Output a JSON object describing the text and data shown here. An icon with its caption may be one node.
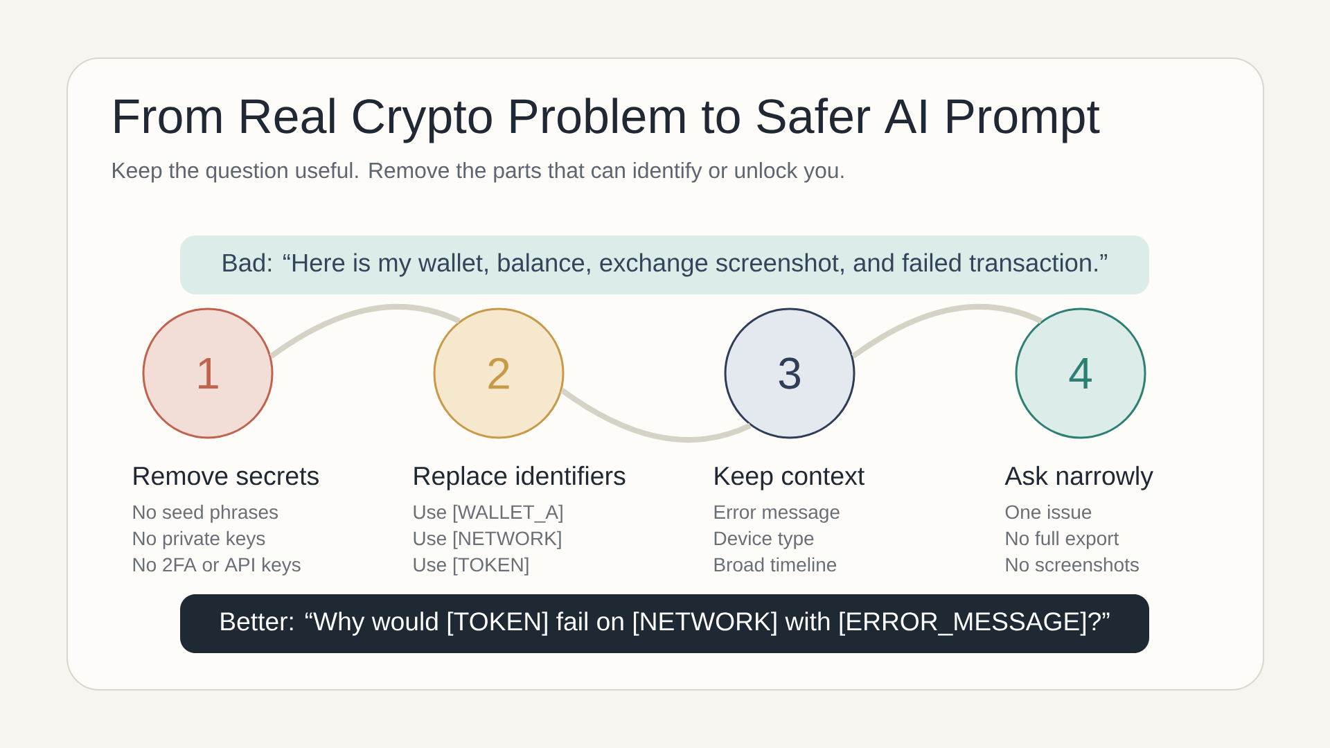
{
  "diagram": {
    "title": "From Real Crypto Problem to Safer AI Prompt",
    "nodes": [
      {
        "text": [
          "Bad: “Here is my wallet, balance, exchange screenshot, and failed transaction.”"
        ]
      },
      {
        "text": [
          "1"
        ],
        "beside": [
          "Remove secrets",
          "No seed phrases",
          "No private keys",
          "No 2FA or API keys"
        ]
      },
      {
        "text": [
          "2"
        ],
        "beside": [
          "Replace identifiers",
          "Use [WALLET_A]",
          "Use [NETWORK]",
          "Use [TOKEN]"
        ]
      },
      {
        "text": [
          "3"
        ],
        "beside": [
          "Keep context",
          "Error message",
          "Device type",
          "Broad timeline"
        ]
      },
      {
        "text": [
          "4"
        ],
        "beside": [
          "Ask narrowly",
          "One issue",
          "No full export",
          "No screenshots"
        ]
      },
      {
        "text": [
          "Better: “Why would [TOKEN] fail on [NETWORK] with [ERROR_MESSAGE]?”"
        ]
      }
    ],
    "edges": [
      {
        "from": 1,
        "to": 2,
        "arrow": "none"
      },
      {
        "from": 2,
        "to": 3,
        "arrow": "none"
      },
      {
        "from": 3,
        "to": 4,
        "arrow": "none"
      }
    ],
    "labels": [
      "Keep the question useful. Remove the parts that can identify or unlock you."
    ]
  }
}
